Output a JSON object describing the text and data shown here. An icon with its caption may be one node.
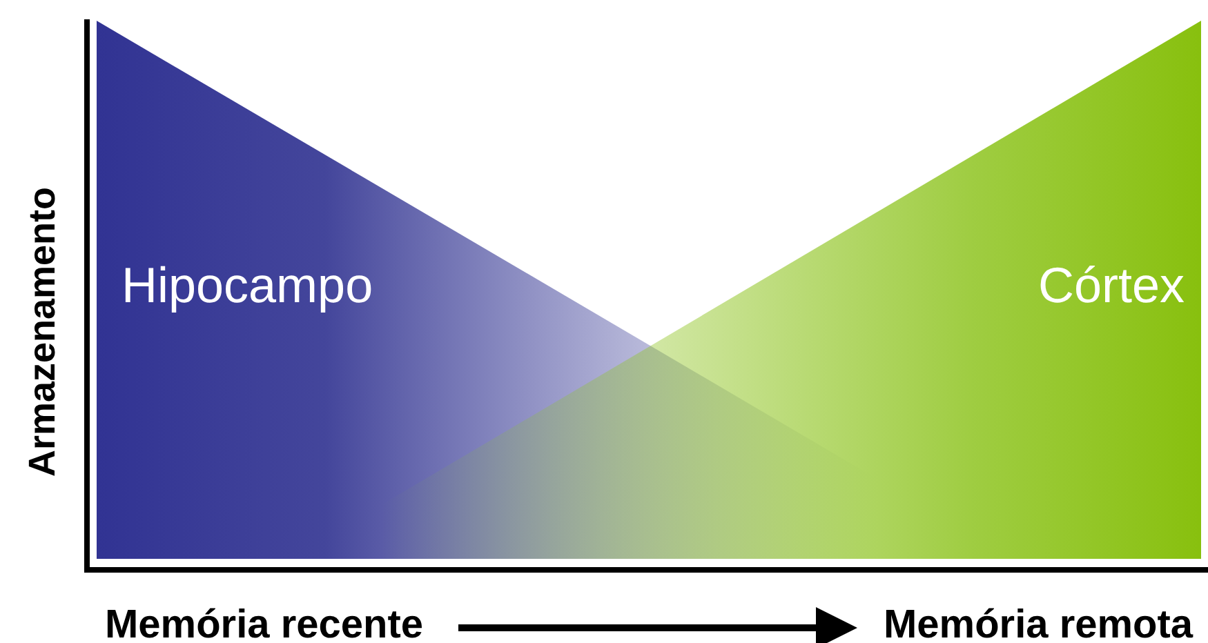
{
  "diagram": {
    "nodes": [
      {
        "text": [
          "Hipocampo"
        ]
      },
      {
        "text": [
          "Córtex"
        ]
      },
      {
        "text": [
          "Memória recente"
        ]
      },
      {
        "text": [
          "Memória remota"
        ]
      }
    ],
    "edges": [
      {
        "from": 2,
        "to": 3,
        "arrow": "to"
      }
    ],
    "labels": [
      "Armazenamento"
    ]
  }
}
